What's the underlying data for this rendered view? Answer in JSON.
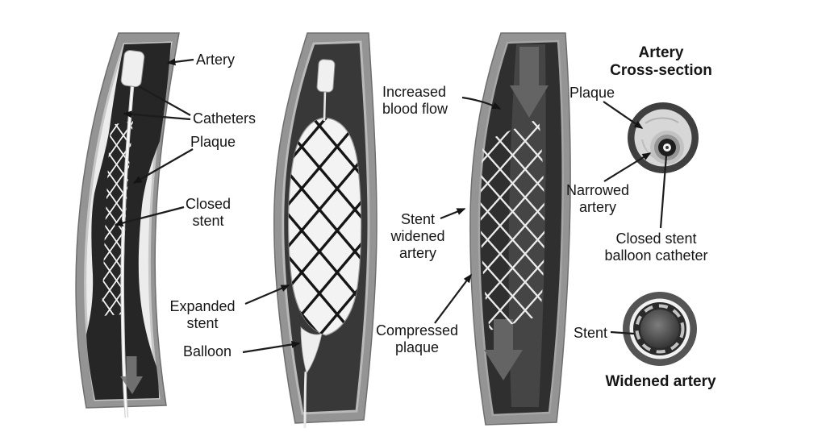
{
  "figure": {
    "description": "Stent angioplasty procedure diagram with three artery stages and two artery cross-sections"
  },
  "labels": {
    "panel1": {
      "artery": "Artery",
      "catheters": "Catheters",
      "plaque": "Plaque",
      "closed_stent": "Closed\nstent"
    },
    "panel2": {
      "expanded_stent": "Expanded\nstent",
      "balloon": "Balloon"
    },
    "panel3": {
      "increased_blood_flow": "Increased\nblood flow",
      "stent_widened_artery": "Stent\nwidened\nartery",
      "compressed_plaque": "Compressed\nplaque"
    },
    "cross_section": {
      "title": "Artery\nCross-section",
      "plaque": "Plaque",
      "narrowed_artery": "Narrowed\nartery",
      "closed_stent_balloon_catheter": "Closed stent\nballoon catheter",
      "stent": "Stent",
      "widened_artery": "Widened artery"
    }
  },
  "palette": {
    "background": "#ffffff",
    "artery_wall": "#949494",
    "artery_wall_edge": "#6f6f6f",
    "lumen_dark": "#2f2f2f",
    "plaque_light": "#d7d7d7",
    "mesh_white": "#ededed",
    "mesh_black": "#161616",
    "leader_line": "#1c1c1c",
    "flow_arrow": "#646464"
  }
}
